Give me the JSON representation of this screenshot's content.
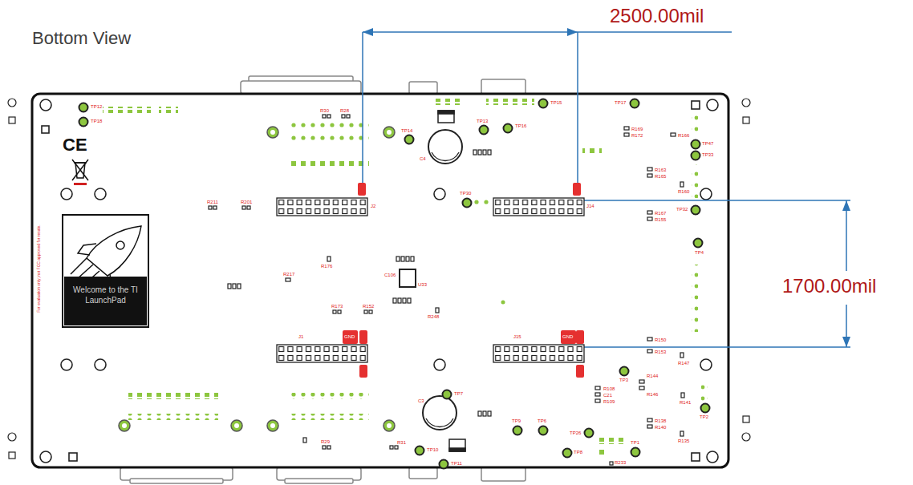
{
  "diagram": {
    "title": "Bottom View",
    "labels": [
      "2500.00mil",
      "1700.00mil",
      "TP12",
      "TP18",
      "CE",
      "For evaluation only; not FCC approved for resale.",
      "Welcome to the TI LaunchPad",
      "R30",
      "R28",
      "TP14",
      "TP13",
      "TP16",
      "TP15",
      "TP17",
      "R169",
      "R172",
      "R166",
      "TP47",
      "TP33",
      "R163",
      "R165",
      "R160",
      "J2",
      "J14",
      "TP30",
      "R211",
      "R201",
      "TP32",
      "R167",
      "R155",
      "TP4",
      "R176",
      "R217",
      "C106",
      "U33",
      "R173",
      "R152",
      "R248",
      "J1",
      "GND",
      "J15",
      "GND",
      "R150",
      "R153",
      "R147",
      "TP3",
      "R144",
      "R146",
      "R108",
      "C21",
      "R109",
      "R141",
      "TP2",
      "TP7",
      "R138",
      "R140",
      "R135",
      "TP9",
      "TP6",
      "TP26",
      "TP8",
      "TP1",
      "R233",
      "TP10",
      "TP11",
      "R31",
      "R29",
      "C3",
      "C4"
    ]
  }
}
